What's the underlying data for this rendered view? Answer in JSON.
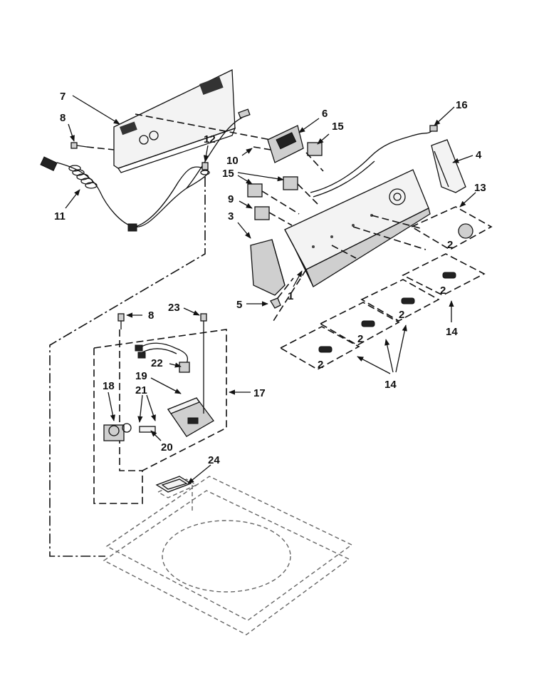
{
  "labels": {
    "l7": "7",
    "l8a": "8",
    "l12": "12",
    "l11": "11",
    "l6": "6",
    "l15a": "15",
    "l10": "10",
    "l15b": "15",
    "l16": "16",
    "l4": "4",
    "l13": "13",
    "l9": "9",
    "l3": "3",
    "l1": "1",
    "l5": "5",
    "l2a": "2",
    "l2b": "2",
    "l2c": "2",
    "l2d": "2",
    "l2e": "2",
    "l14a": "14",
    "l14b": "14",
    "l8b": "8",
    "l23": "23",
    "l22": "22",
    "l19": "19",
    "l21": "21",
    "l18": "18",
    "l17": "17",
    "l20": "20",
    "l24": "24"
  }
}
